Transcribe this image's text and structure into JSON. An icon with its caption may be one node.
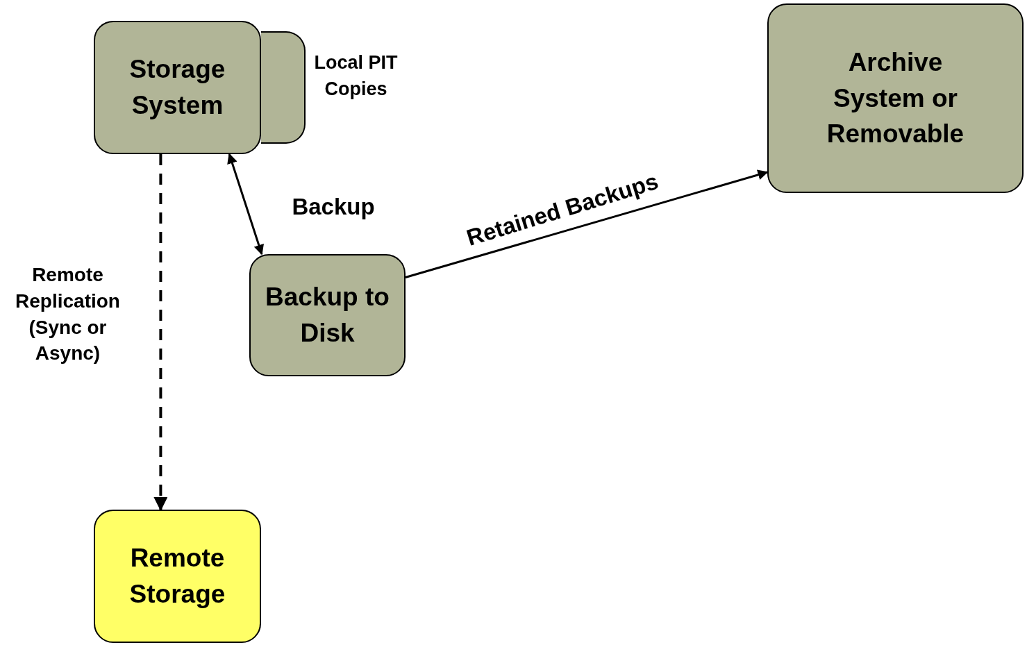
{
  "diagram": {
    "nodes": [
      {
        "text": [
          "Storage System"
        ]
      },
      {
        "text": [],
        "shape": "box",
        "beside": [
          "Local PIT Copies"
        ]
      },
      {
        "text": [
          "Backup to Disk"
        ]
      },
      {
        "text": [
          "Archive System or Removable"
        ]
      },
      {
        "text": [
          "Remote Storage"
        ]
      }
    ],
    "edges": [
      {
        "from": 0,
        "to": 2,
        "arrow": "both",
        "label": "Backup"
      },
      {
        "from": 2,
        "to": 3,
        "arrow": "to",
        "label": "Retained Backups"
      },
      {
        "from": 0,
        "to": 4,
        "arrow": "to",
        "label": "Remote Replication (Sync or Async)",
        "style": "dashed"
      }
    ]
  }
}
